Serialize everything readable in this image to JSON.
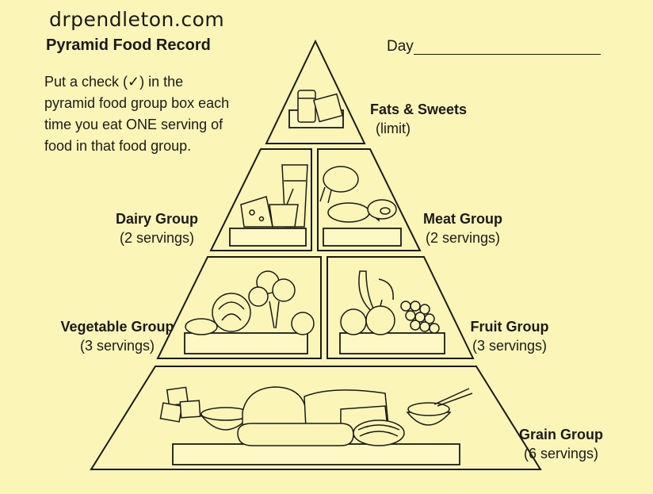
{
  "watermark": "drpendleton.com",
  "title": "Pyramid Food Record",
  "day_label": "Day",
  "instructions": "Put a check (✓) in the pyramid food group box each time you eat ONE serving of food in that food group.",
  "groups": {
    "fats": {
      "name": "Fats & Sweets",
      "servings": "(limit)"
    },
    "dairy": {
      "name": "Dairy Group",
      "servings": "(2 servings)"
    },
    "meat": {
      "name": "Meat Group",
      "servings": "(2 servings)"
    },
    "vegetable": {
      "name": "Vegetable Group",
      "servings": "(3 servings)"
    },
    "fruit": {
      "name": "Fruit Group",
      "servings": "(3 servings)"
    },
    "grain": {
      "name": "Grain Group",
      "servings": "(6 servings)"
    }
  },
  "colors": {
    "background": "#fbf6b8",
    "ink": "#1a1a1a"
  }
}
